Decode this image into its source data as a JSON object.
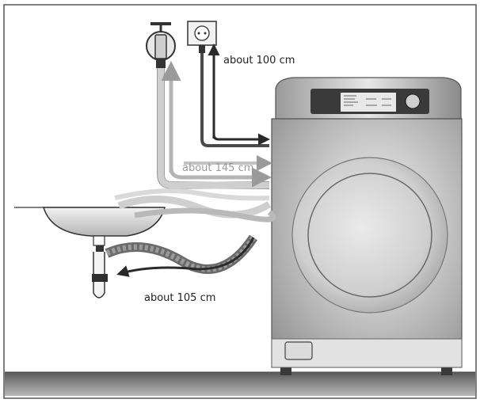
{
  "labels": {
    "drain_length": "about 105 cm",
    "inlet_length": "about 145 cm",
    "power_length": "about 100 cm"
  },
  "colors": {
    "machine_body": "#c8c8c8",
    "outline": "#4a4a4a",
    "floor": "#5a5a5a",
    "hose_light": "#d8d8d8",
    "arrow_dark": "#333333"
  }
}
